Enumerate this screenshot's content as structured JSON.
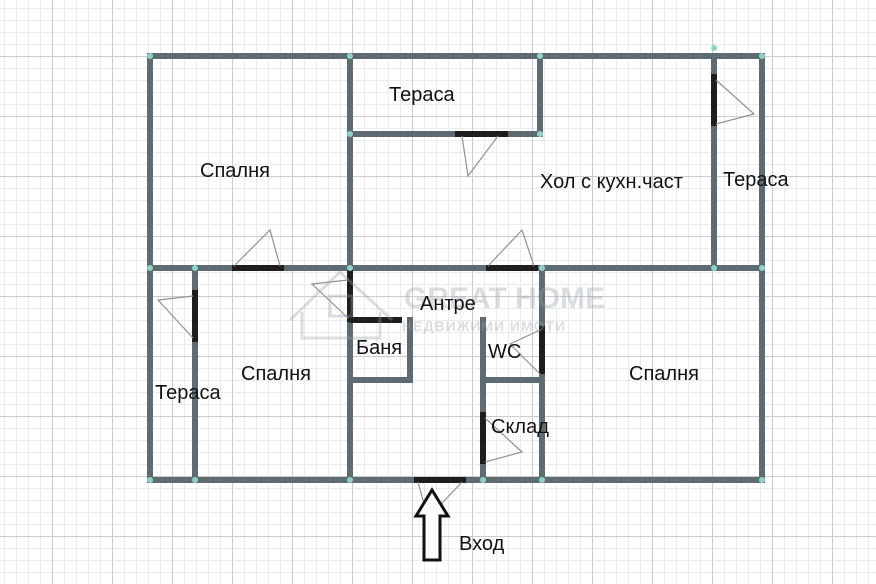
{
  "colors": {
    "wall": "#5f6b72",
    "door": "#1e1e1e",
    "grid": "#c9cdd3",
    "background": "#ffffff"
  },
  "rooms": {
    "bedroom_top_left": "Спалня",
    "terrace_top": "Тераса",
    "living_kitchen": "Хол с кухн.част",
    "terrace_right": "Тераса",
    "hallway": "Антре",
    "bathroom": "Баня",
    "wc": "WC",
    "bedroom_bottom_left": "Спалня",
    "terrace_left": "Тераса",
    "storage": "Склад",
    "bedroom_bottom_right": "Спалня"
  },
  "entrance": {
    "label": "Вход",
    "icon": "arrow-up-icon"
  },
  "watermark": {
    "brand": "GREAT HOME",
    "tagline": "НЕДВИЖИМИ ИМОТИ"
  }
}
